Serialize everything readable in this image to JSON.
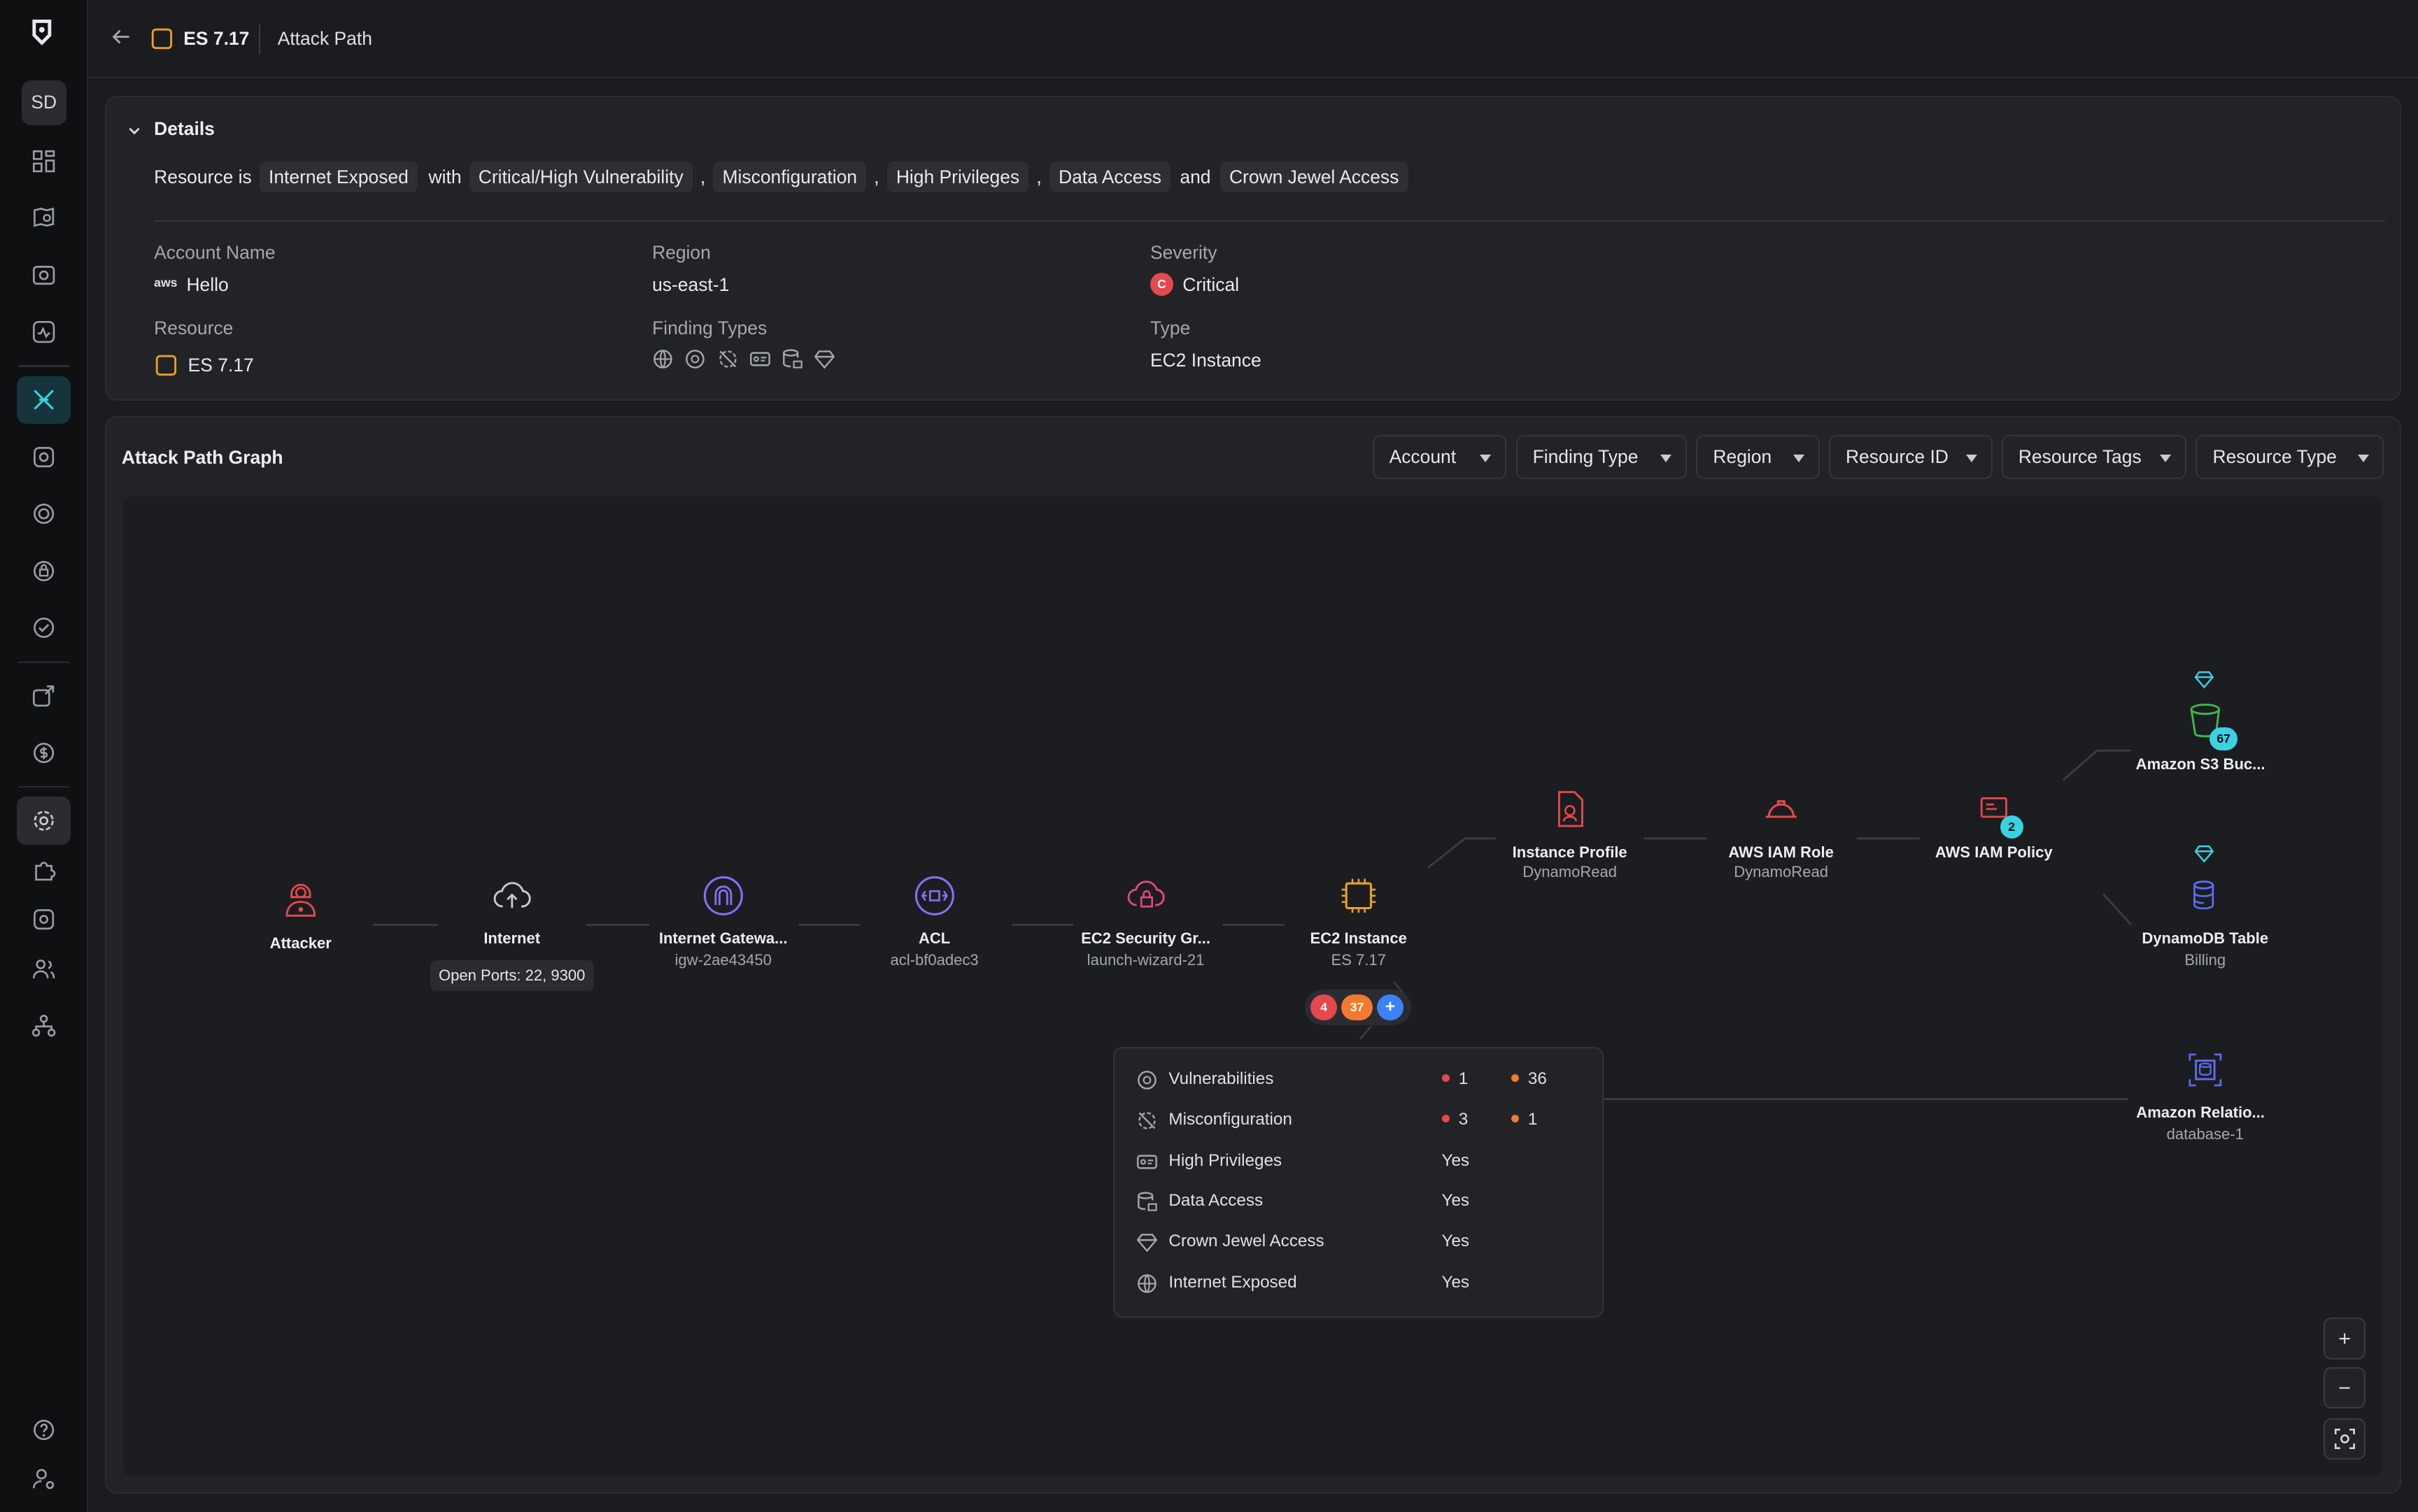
{
  "topbar": {
    "resource_name": "ES 7.17",
    "page_title": "Attack Path"
  },
  "sidebar": {
    "avatar": "SD"
  },
  "details": {
    "heading": "Details",
    "sentence": {
      "prefix": "Resource is",
      "chip1": "Internet Exposed",
      "with": "with",
      "chip2": "Critical/High Vulnerability",
      "chip3": "Misconfiguration",
      "chip4": "High Privileges",
      "chip5": "Data Access",
      "and": "and",
      "chip6": "Crown Jewel Access",
      "comma": ","
    },
    "account_name_label": "Account Name",
    "account_name": "Hello",
    "aws_logo": "aws",
    "region_label": "Region",
    "region": "us-east-1",
    "severity_label": "Severity",
    "severity": "Critical",
    "severity_letter": "C",
    "resource_label": "Resource",
    "resource": "ES 7.17",
    "finding_types_label": "Finding Types",
    "type_label": "Type",
    "type": "EC2 Instance"
  },
  "graph": {
    "title": "Attack Path Graph",
    "filters": [
      "Account",
      "Finding Type",
      "Region",
      "Resource ID",
      "Resource Tags",
      "Resource Type"
    ],
    "nodes": {
      "attacker": {
        "title": "Attacker"
      },
      "internet": {
        "title": "Internet",
        "ports": "Open Ports: 22, 9300"
      },
      "igw": {
        "title": "Internet Gatewa...",
        "sub": "igw-2ae43450"
      },
      "acl": {
        "title": "ACL",
        "sub": "acl-bf0adec3"
      },
      "sg": {
        "title": "EC2 Security Gr...",
        "sub": "launch-wizard-21"
      },
      "ec2": {
        "title": "EC2 Instance",
        "sub": "ES 7.17"
      },
      "profile": {
        "title": "Instance Profile",
        "sub": "DynamoRead"
      },
      "role": {
        "title": "AWS IAM Role",
        "sub": "DynamoRead"
      },
      "policy": {
        "title": "AWS IAM Policy",
        "badge": "2"
      },
      "s3": {
        "title": "Amazon S3 Buc...",
        "badge": "67"
      },
      "dynamo": {
        "title": "DynamoDB Table",
        "sub": "Billing"
      },
      "rds": {
        "title": "Amazon Relatio...",
        "sub": "database-1"
      }
    },
    "ec2_counts": {
      "critical": "4",
      "high": "37",
      "more": "+"
    },
    "popover": {
      "rows": [
        {
          "label": "Vulnerabilities",
          "critical": "1",
          "high": "36"
        },
        {
          "label": "Misconfiguration",
          "critical": "3",
          "high": "1"
        },
        {
          "label": "High Privileges",
          "value": "Yes"
        },
        {
          "label": "Data Access",
          "value": "Yes"
        },
        {
          "label": "Crown Jewel Access",
          "value": "Yes"
        },
        {
          "label": "Internet Exposed",
          "value": "Yes"
        }
      ]
    },
    "zoom": {
      "in": "+",
      "out": "−"
    }
  },
  "colors": {
    "accent": "#3ad1e0",
    "critical": "#e5484d",
    "high": "#f07a30",
    "ec2": "#e5a323"
  }
}
